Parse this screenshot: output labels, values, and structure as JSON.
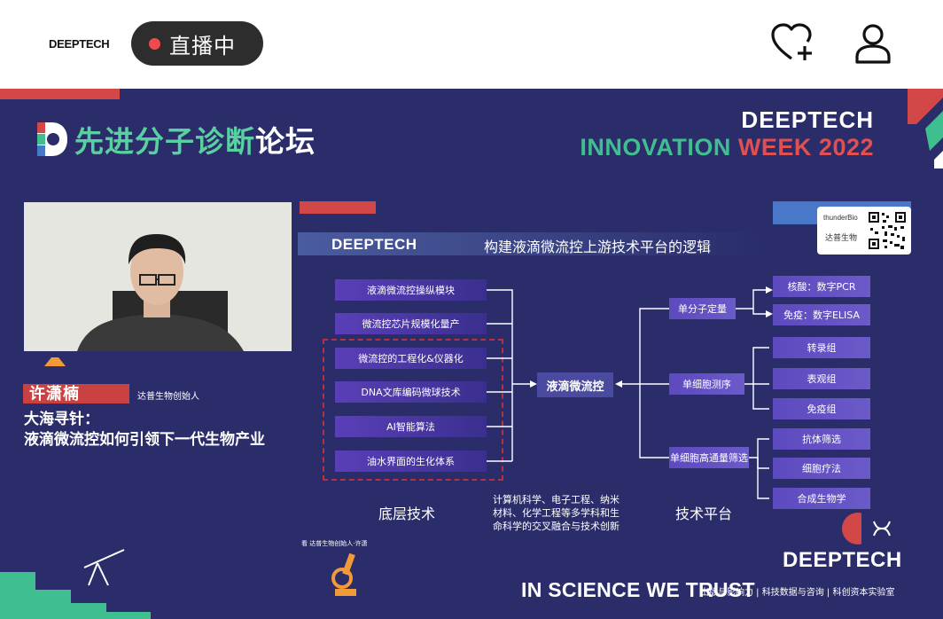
{
  "topbar": {
    "logo": "DEEPTECH",
    "live_label": "直播中",
    "follow_icon": "heart-plus-icon",
    "profile_icon": "user-icon"
  },
  "stage": {
    "forum_title_part1": "先进分子诊断",
    "forum_title_part2": "论坛",
    "brand_line1": "DEEPTECH",
    "brand_inno": "INNOVATION ",
    "brand_week": "WEEK 2022",
    "speaker_name": "许潇楠",
    "speaker_role": "达普生物创始人",
    "talk_line1": "大海寻针：",
    "talk_line2": "液滴微流控如何引领下一代生物产业"
  },
  "slide": {
    "logo": "DEEPTECH",
    "title": "构建液滴微流控上游技术平台的逻辑",
    "qr_brand": "thunderBio",
    "qr_sub": "达普生物",
    "left_boxes": [
      "液滴微流控操纵模块",
      "微流控芯片规模化量产",
      "微流控的工程化&仪器化",
      "DNA文库编码微球技术",
      "AI智能算法",
      "油水界面的生化体系"
    ],
    "center": "液滴微流控",
    "mid_boxes": [
      "单分子定量",
      "单细胞测序",
      "单细胞高通量筛选"
    ],
    "right_boxes": [
      "核酸：数字PCR",
      "免疫：数字ELISA",
      "转录组",
      "表观组",
      "免疫组",
      "抗体筛选",
      "细胞疗法",
      "合成生物学"
    ],
    "label_base": "底层技术",
    "label_platform": "技术平台",
    "label_cross": [
      "计算机科学、电子工程、纳米",
      "材料、化学工程等多学科和生",
      "命科学的交叉融合与技术创新"
    ],
    "mini_caption": "看 达普生物创始人·许潇"
  },
  "footer": {
    "slogan": "IN SCIENCE WE TRUST",
    "tagline": "出版与影响力 | 科技数据与咨询 | 科创资本实验室",
    "brand": "DEEPTECH"
  },
  "colors": {
    "stage_bg": "#2b2d6b",
    "accent_red": "#d24848",
    "accent_green": "#3fbf8f",
    "box_purple": "#5a3fb8"
  }
}
